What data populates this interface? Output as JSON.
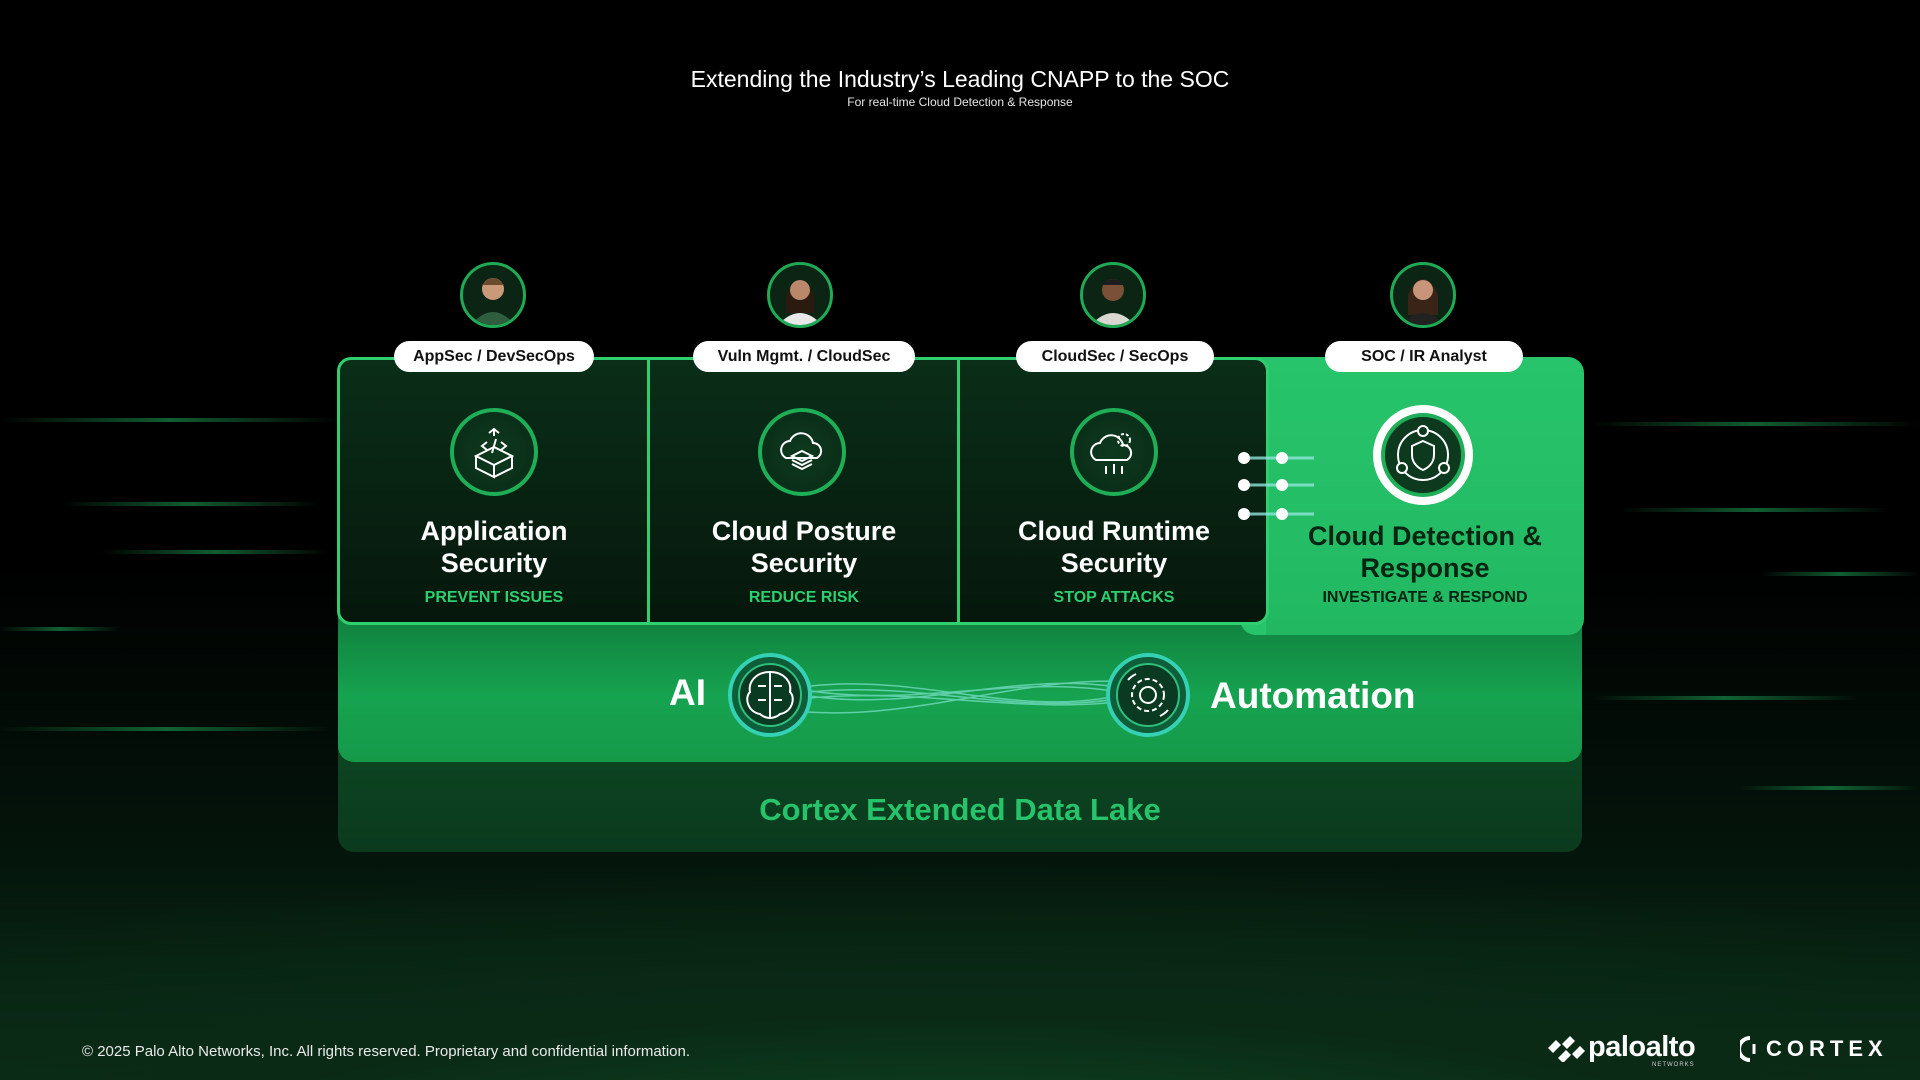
{
  "header": {
    "title": "Extending the Industry’s Leading CNAPP to the SOC",
    "subtitle": "For real-time Cloud Detection & Response"
  },
  "columns": [
    {
      "role": "AppSec / DevSecOps",
      "title_line1": "Application",
      "title_line2": "Security",
      "tag": "PREVENT ISSUES",
      "icon": "code-box-icon"
    },
    {
      "role": "Vuln Mgmt. / CloudSec",
      "title_line1": "Cloud Posture",
      "title_line2": "Security",
      "tag": "REDUCE RISK",
      "icon": "cloud-layers-icon"
    },
    {
      "role": "CloudSec / SecOps",
      "title_line1": "Cloud Runtime",
      "title_line2": "Security",
      "tag": "STOP ATTACKS",
      "icon": "cloud-gear-icon"
    },
    {
      "role": "SOC / IR Analyst",
      "title_line1": "Cloud Detection &",
      "title_line2": "Response",
      "tag": "INVESTIGATE  & RESPOND",
      "icon": "shield-network-icon"
    }
  ],
  "ai_band": {
    "left_label": "AI",
    "right_label": "Automation"
  },
  "data_lake": {
    "label": "Cortex Extended Data Lake"
  },
  "footer": {
    "copyright": "© 2025 Palo Alto Networks, Inc. All rights reserved. Proprietary and confidential information.",
    "brand1": "paloalto",
    "brand1_sub": "NETWORKS",
    "brand2": "CORTEX"
  },
  "colors": {
    "accent": "#27c46b",
    "dark": "#06170c"
  }
}
